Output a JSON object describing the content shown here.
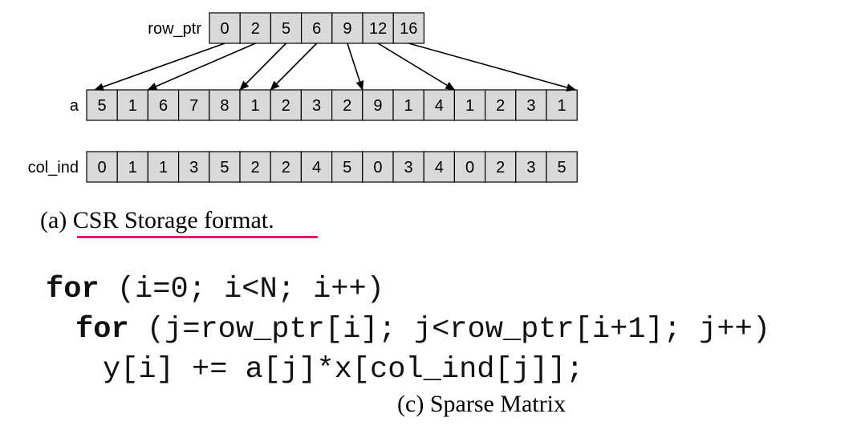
{
  "rows": {
    "row_ptr": {
      "label": "row_ptr",
      "values": [
        "0",
        "2",
        "5",
        "6",
        "9",
        "12",
        "16"
      ]
    },
    "a": {
      "label": "a",
      "values": [
        "5",
        "1",
        "6",
        "7",
        "8",
        "1",
        "2",
        "3",
        "2",
        "9",
        "1",
        "4",
        "1",
        "2",
        "3",
        "1"
      ]
    },
    "col_ind": {
      "label": "col_ind",
      "values": [
        "0",
        "1",
        "1",
        "3",
        "5",
        "2",
        "2",
        "4",
        "5",
        "0",
        "3",
        "4",
        "0",
        "2",
        "3",
        "5"
      ]
    }
  },
  "caption_a": "(a) CSR Storage format.",
  "code": {
    "line1": {
      "kw": "for",
      "rest": " (i=0; i<N; i++)"
    },
    "line2": {
      "kw": "for",
      "rest": " (j=row_ptr[i]; j<row_ptr[i+1]; j++)"
    },
    "line3": "y[i] += a[j]*x[col_ind[j]];"
  },
  "caption_c": "(c) Sparse Matrix",
  "colors": {
    "cell_fill": "#d9d9d9",
    "underline": "#e8176d"
  }
}
